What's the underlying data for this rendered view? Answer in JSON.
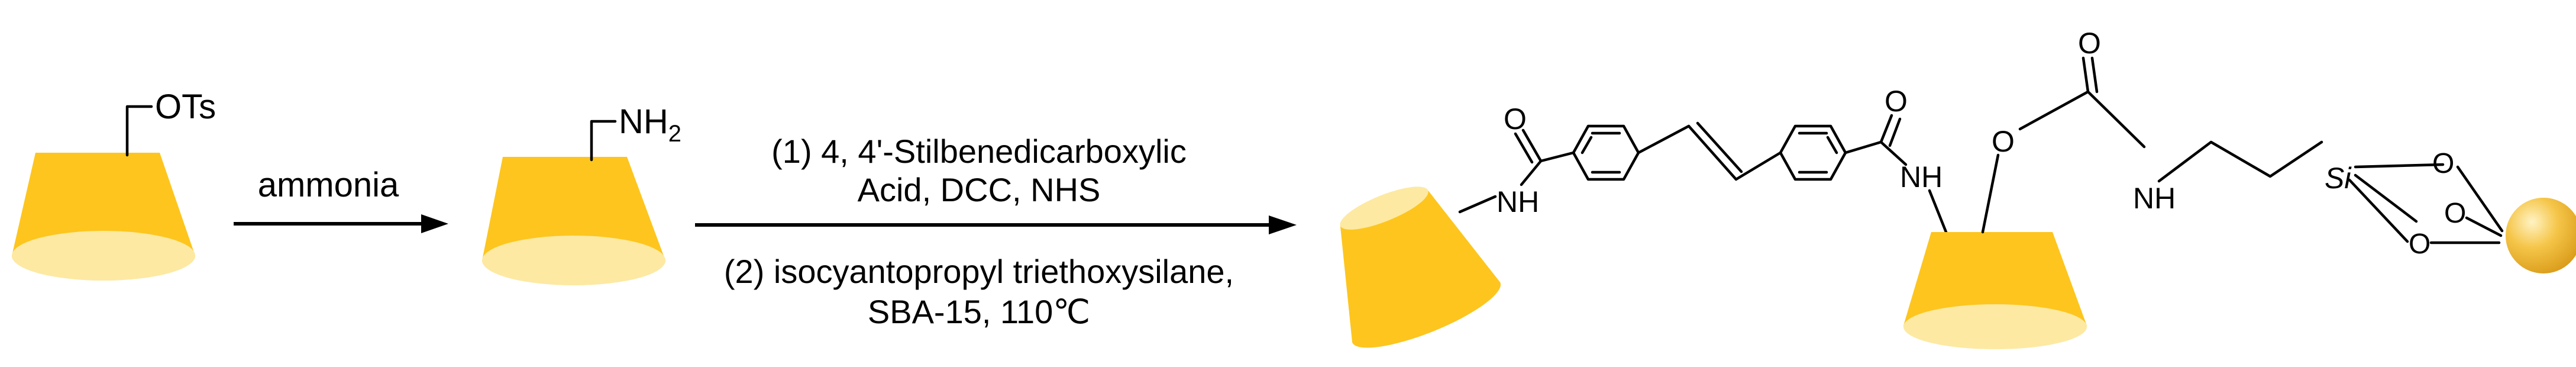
{
  "compounds": {
    "tosylate": {
      "substituent": "OTs"
    },
    "amine": {
      "substituent_main": "NH",
      "substituent_sub": "2"
    }
  },
  "steps": {
    "step1": {
      "reagent": "ammonia"
    },
    "step2": {
      "line1": "(1) 4, 4'-Stilbenedicarboxylic",
      "line2": "Acid, DCC, NHS",
      "line3": "(2) isocyantopropyl triethoxysilane,",
      "line4": "SBA-15, 110℃"
    }
  },
  "product": {
    "atoms": {
      "o_left": "O",
      "nh_left": "NH",
      "o_right": "O",
      "nh_right": "NH",
      "o_ester": "O",
      "o_carbonyl": "O",
      "nh_carbamate": "NH",
      "si": "Si",
      "o_si_1": "O",
      "o_si_2": "O",
      "o_si_3": "O"
    }
  },
  "colors": {
    "cone_body": "#FDC51E",
    "cone_rim": "#FDE9A2",
    "bead": "#F2BE3C"
  }
}
